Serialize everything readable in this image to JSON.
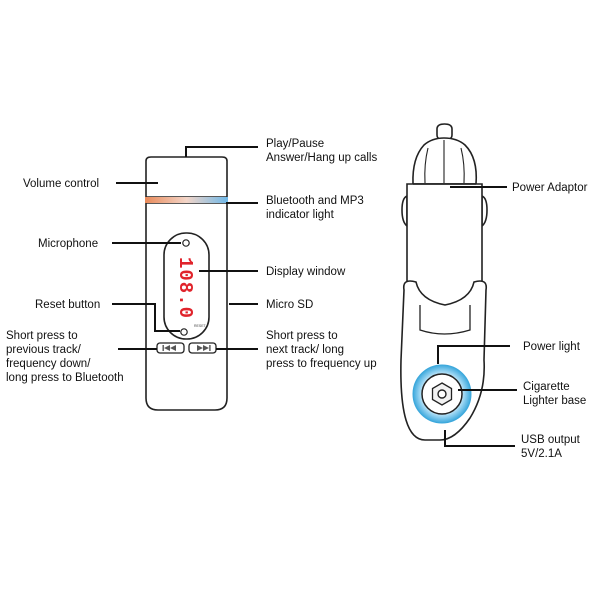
{
  "labels": {
    "play_pause": "Play/Pause\nAnswer/Hang up calls",
    "volume_control": "Volume control",
    "bt_mp3_indicator": "Bluetooth and MP3\nindicator light",
    "microphone": "Microphone",
    "display_window": "Display window",
    "reset_button": "Reset button",
    "micro_sd": "Micro SD",
    "short_press_prev": "Short press to\nprevious track/\nfrequency down/\nlong press to Bluetooth",
    "short_press_next": "Short press to\nnext track/ long\npress to frequency up",
    "power_adaptor": "Power Adaptor",
    "power_light": "Power light",
    "cigarette_base": "Cigarette\nLighter base",
    "usb_output": "USB output\n5V/2.1A"
  },
  "device": {
    "display_reading": "108.0",
    "reset_text": "RESET",
    "prev_icon": "previous-track-icon",
    "next_icon": "next-track-icon"
  },
  "colors": {
    "indicator_warm": "#e98a5a",
    "indicator_cool": "#6fb8e8",
    "display_digits": "#e0232b",
    "power_ring": "#3ca8dc",
    "line": "#111111"
  }
}
